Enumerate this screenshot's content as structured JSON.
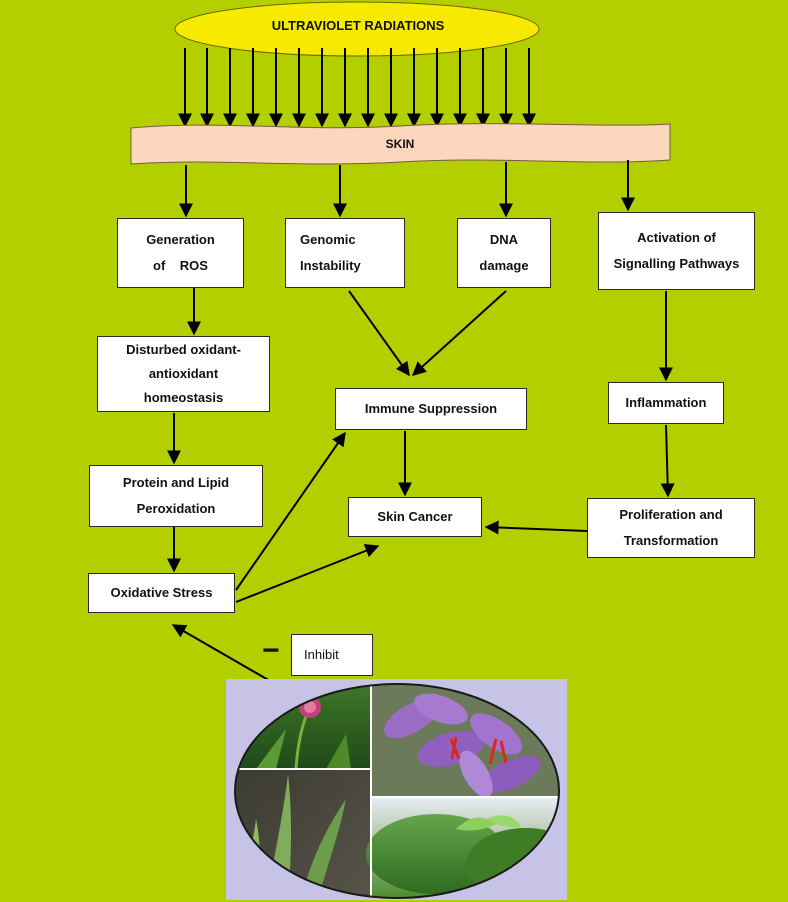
{
  "source": {
    "title": "ULTRAVIOLET   RADIATIONS",
    "fill": "#f7ea00"
  },
  "skin": {
    "label": "SKIN",
    "fill": "#fbd7bd"
  },
  "boxes": {
    "generation_ros": [
      "Generation",
      "of    ROS"
    ],
    "genomic_instability": [
      "Genomic",
      "Instability"
    ],
    "dna_damage": [
      "DNA",
      "damage"
    ],
    "activation_signalling": [
      "Activation of",
      "Signalling Pathways"
    ],
    "disturbed_homeostasis": [
      "Disturbed oxidant-",
      "antioxidant",
      "homeostasis"
    ],
    "immune_suppression": [
      "Immune Suppression"
    ],
    "inflammation": [
      "Inflammation"
    ],
    "protein_lipid": [
      "Protein and Lipid",
      "Peroxidation"
    ],
    "skin_cancer": [
      "Skin Cancer"
    ],
    "proliferation": [
      "Proliferation and",
      "Transformation"
    ],
    "oxidative_stress": [
      "Oxidative Stress"
    ],
    "inhibit": [
      "Inhibit"
    ]
  },
  "inhibit_symbol": "−",
  "colors": {
    "background": "#b3cf00",
    "arrow": "#000000",
    "photo_backdrop": "#c7c3e6"
  },
  "photos": [
    "thistle-plant-photo",
    "saffron-crocus-photo",
    "aloe-vera-photo",
    "tea-plantation-photo"
  ]
}
